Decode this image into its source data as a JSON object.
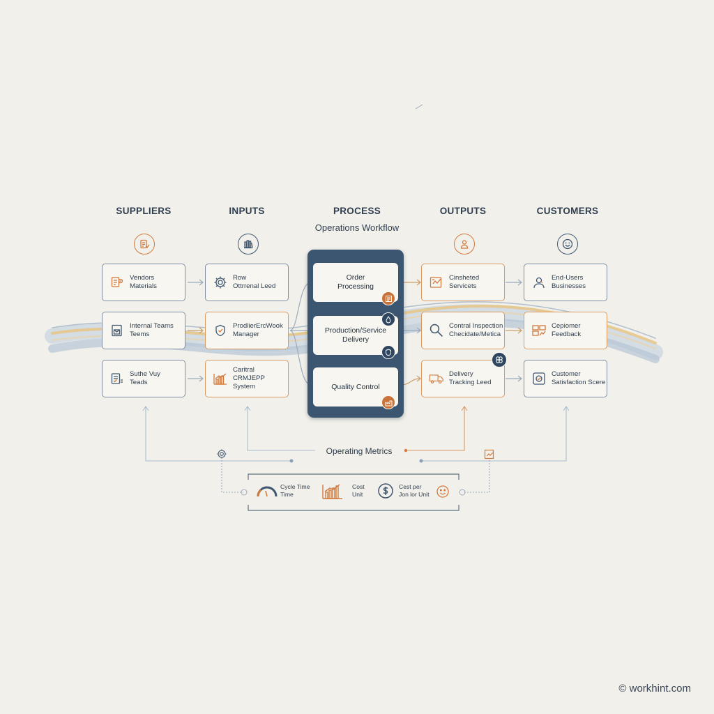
{
  "columns": {
    "suppliers": "SUPPLIERS",
    "inputs": "INPUTS",
    "process": "PROCESS",
    "outputs": "OUTPUTS",
    "customers": "CUSTOMERS"
  },
  "process_subtitle": "Operations Workflow",
  "suppliers": [
    {
      "line1": "Vendors",
      "line2": "Materials",
      "icon": "clipboard-icon"
    },
    {
      "line1": "Internal Teams",
      "line2": "Teems",
      "icon": "envelope-icon"
    },
    {
      "line1": "Suthe Vuy",
      "line2": "Teads",
      "icon": "checklist-icon"
    }
  ],
  "inputs": [
    {
      "line1": "Row",
      "line2": "Ottrrenal Leed",
      "icon": "gear-icon"
    },
    {
      "line1": "ProdlierErcWook",
      "line2": "Manager",
      "icon": "shield-icon"
    },
    {
      "line1": "Caritral",
      "line2": "CRMJEPP System",
      "icon": "bar-chart-icon"
    }
  ],
  "process": [
    {
      "line1": "Order",
      "line2": "Processing"
    },
    {
      "line1": "Production/Service",
      "line2": "Delivery"
    },
    {
      "line1": "Quality Control",
      "line2": ""
    }
  ],
  "outputs": [
    {
      "line1": "Cinsheted",
      "line2": "Servicets",
      "icon": "document-check-icon"
    },
    {
      "line1": "Contral Inspection",
      "line2": "Checidate/Metica",
      "icon": "magnifier-icon"
    },
    {
      "line1": "Delivery",
      "line2": "Tracking Leed",
      "icon": "truck-icon"
    }
  ],
  "customers": [
    {
      "line1": "End-Users",
      "line2": "Businesses",
      "icon": "user-icon"
    },
    {
      "line1": "Cepiomer",
      "line2": "Feedback",
      "icon": "chart-box-icon"
    },
    {
      "line1": "Customer",
      "line2": "Satisfaction Scere",
      "icon": "clipboard-check-icon"
    }
  ],
  "metrics": {
    "title": "Operating Metrics",
    "items": [
      {
        "line1": "Cycle Time",
        "line2": "Time",
        "icon": "gauge-icon"
      },
      {
        "line1": "Cost",
        "line2": "Unit",
        "icon": "bar-chart-icon"
      },
      {
        "line1": "Cest per",
        "line2": "Jon lor Unit",
        "icon": "dollar-icon"
      }
    ]
  },
  "footer": "© workhint.com",
  "colors": {
    "background": "#f2f0ea",
    "navy": "#3c5672",
    "orange": "#d17a3e",
    "gray_border": "#7f8ea0",
    "wave_blue": "#b7c6d6",
    "wave_gold": "#e8c98a"
  }
}
